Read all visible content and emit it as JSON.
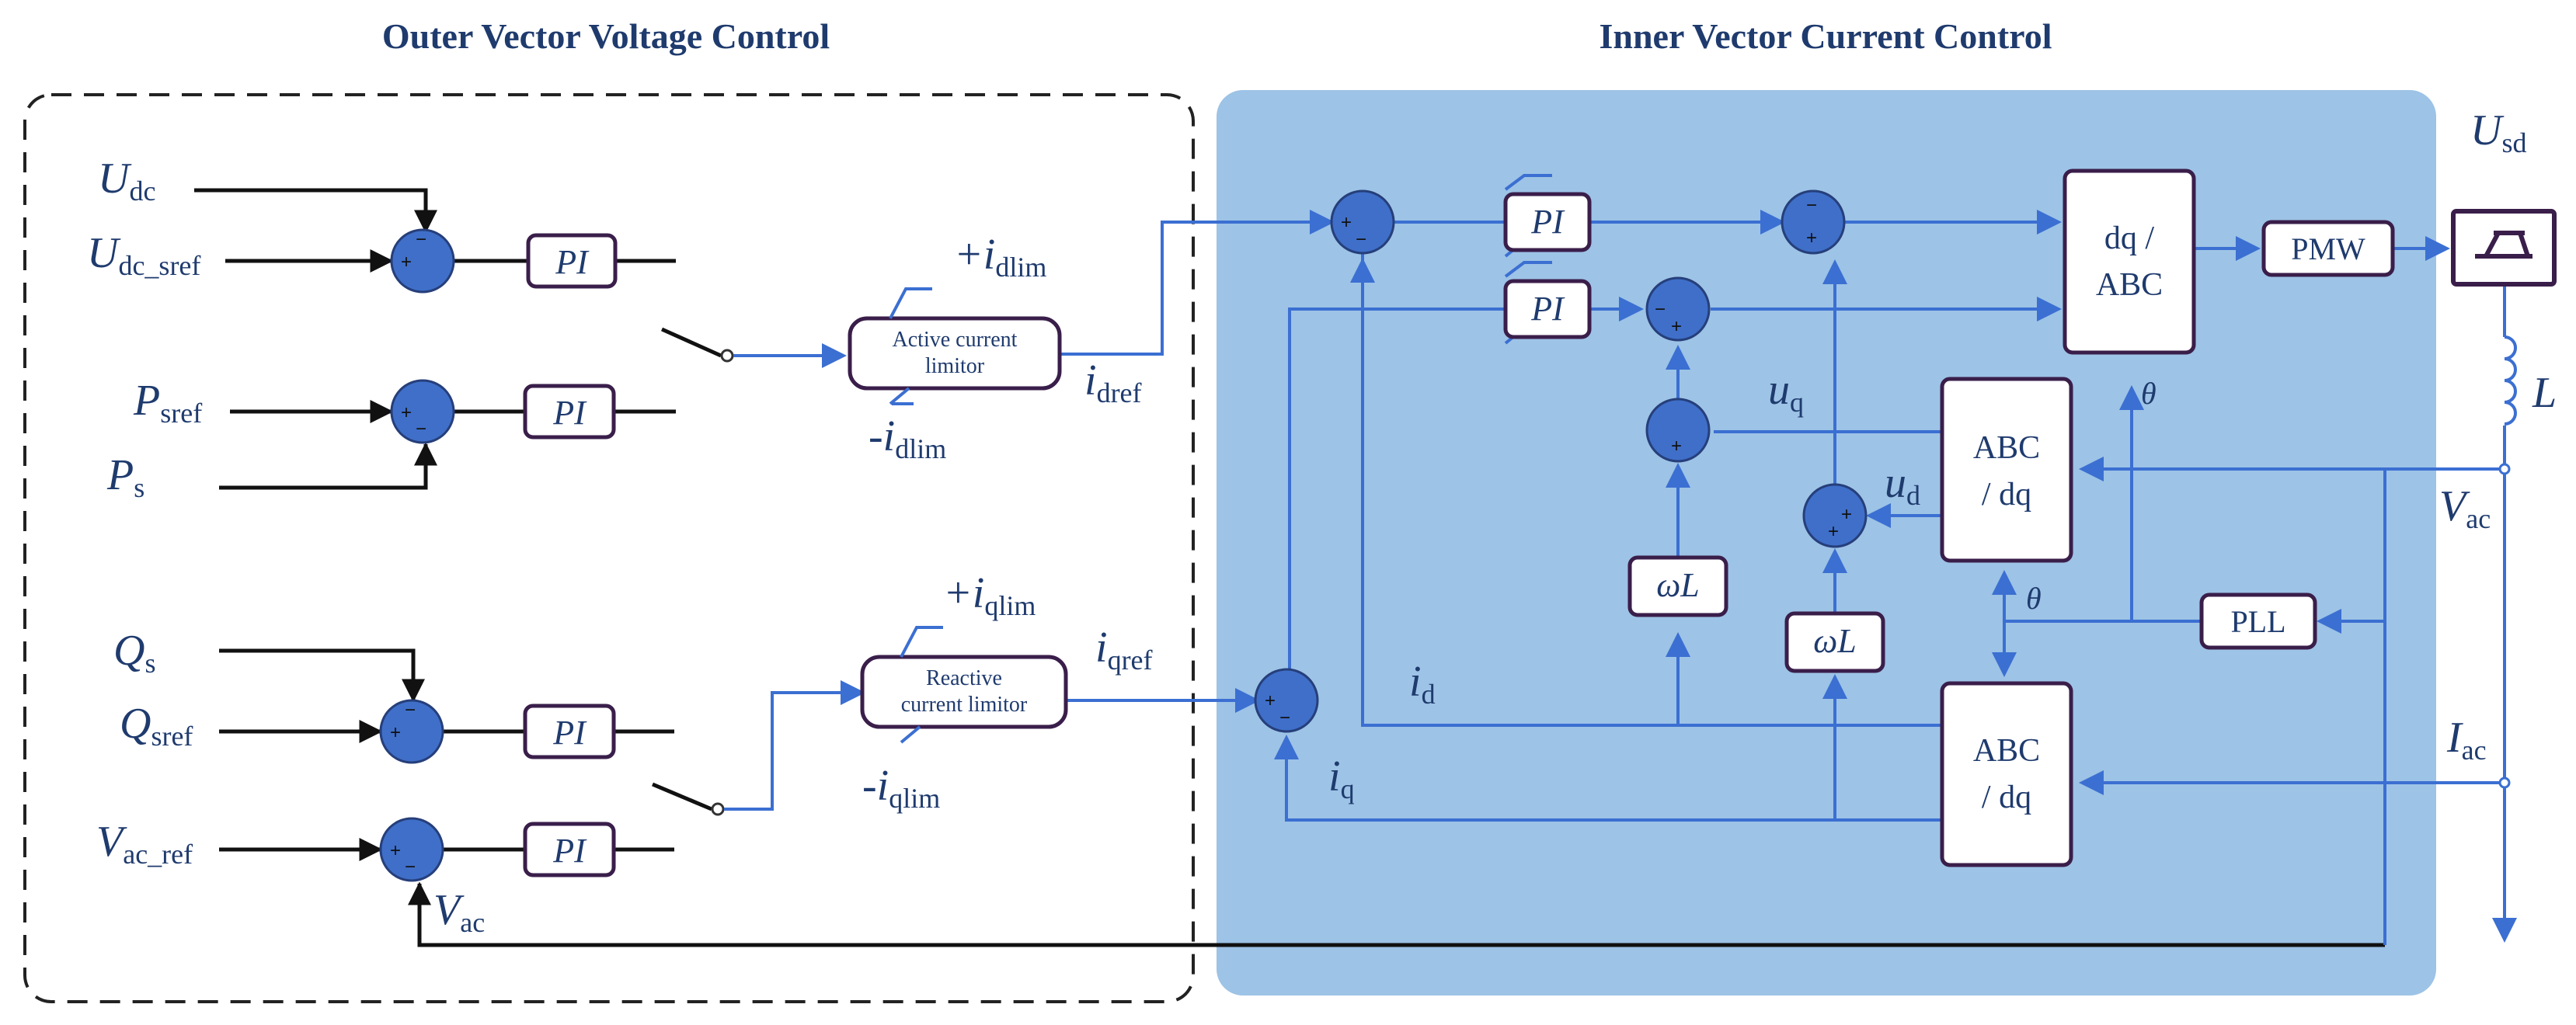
{
  "titles": {
    "outer": "Outer Vector Voltage  Control",
    "inner": "Inner Vector Current Control"
  },
  "blocks": {
    "pi": "PI",
    "active_limiter": [
      "Active current",
      "limitor"
    ],
    "reactive_limiter": [
      "Reactive",
      "current limitor"
    ],
    "dq_abc": [
      "dq /",
      "ABC"
    ],
    "abc_dq": [
      "ABC",
      "/ dq"
    ],
    "pmw": "PMW",
    "pll": "PLL",
    "omega_l": "ωL"
  },
  "signals": {
    "udc": {
      "main": "U",
      "sub": "dc"
    },
    "udc_sref": {
      "main": "U",
      "sub": "dc_sref"
    },
    "psref": {
      "main": "P",
      "sub": "sref"
    },
    "ps": {
      "main": "P",
      "sub": "s"
    },
    "qs": {
      "main": "Q",
      "sub": "s"
    },
    "qsref": {
      "main": "Q",
      "sub": "sref"
    },
    "vac_ref": {
      "main": "V",
      "sub": "ac_ref"
    },
    "vac": {
      "main": "V",
      "sub": "ac"
    },
    "idlim_pos": {
      "prefix": "+",
      "main": "i",
      "sub": "dlim"
    },
    "idlim_neg": {
      "prefix": "-",
      "main": "i",
      "sub": "dlim"
    },
    "iqlim_pos": {
      "prefix": "+",
      "main": "i",
      "sub": "qlim"
    },
    "iqlim_neg": {
      "prefix": "-",
      "main": "i",
      "sub": "qlim"
    },
    "idref": {
      "main": "i",
      "sub": "dref"
    },
    "iqref": {
      "main": "i",
      "sub": "qref"
    },
    "uq": {
      "main": "u",
      "sub": "q"
    },
    "ud": {
      "main": "u",
      "sub": "d"
    },
    "id": {
      "main": "i",
      "sub": "d"
    },
    "iq": {
      "main": "i",
      "sub": "q"
    },
    "theta": "θ",
    "usd": {
      "main": "U",
      "sub": "sd"
    },
    "l": "L",
    "vac_right": {
      "main": "V",
      "sub": "ac"
    },
    "iac": {
      "main": "I",
      "sub": "ac"
    }
  },
  "signs": {
    "plus": "+",
    "minus": "−"
  },
  "colors": {
    "panel": "#9dc3e6",
    "signal_wire": "#3b6fd2",
    "black_wire": "#111111",
    "summing_node": "#3f6fc9",
    "title_text": "#1f3b6e"
  }
}
